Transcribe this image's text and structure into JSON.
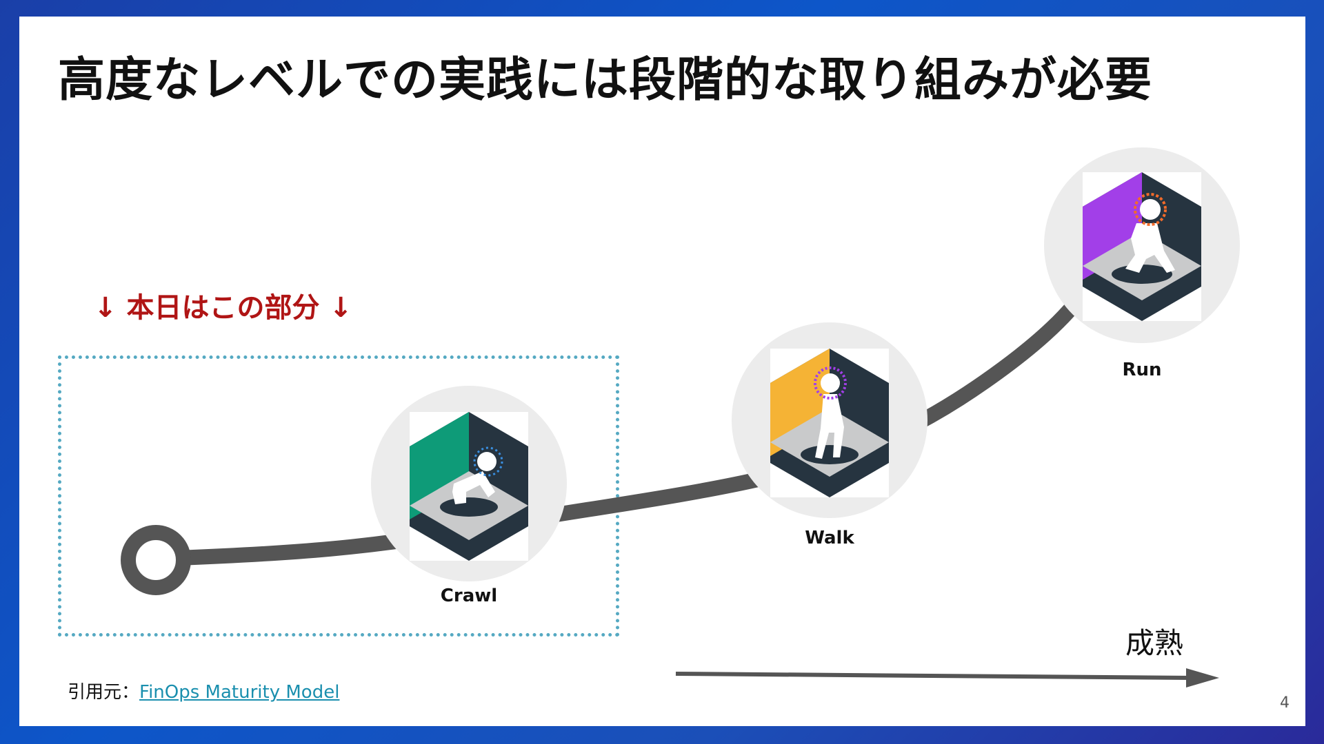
{
  "slide": {
    "title": "高度なレベルでの実践には段階的な取り組みが必要",
    "today_note": "↓ 本日はこの部分 ↓",
    "stages": [
      {
        "label": "Crawl",
        "accent": "#0e9b78"
      },
      {
        "label": "Walk",
        "accent": "#f5b335"
      },
      {
        "label": "Run",
        "accent": "#a23fe8"
      }
    ],
    "maturity_label": "成熟",
    "source_prefix": "引用元：",
    "source_link": "FinOps Maturity Model",
    "page_number": "4"
  },
  "colors": {
    "title": "#111111",
    "today_note": "#b01515",
    "focus_box": "#55a9c2",
    "path": "#555555",
    "link": "#1a8fae",
    "tile_dark": "#263440",
    "tile_floor": "#c9cacb",
    "circle_bg": "#ececec"
  }
}
